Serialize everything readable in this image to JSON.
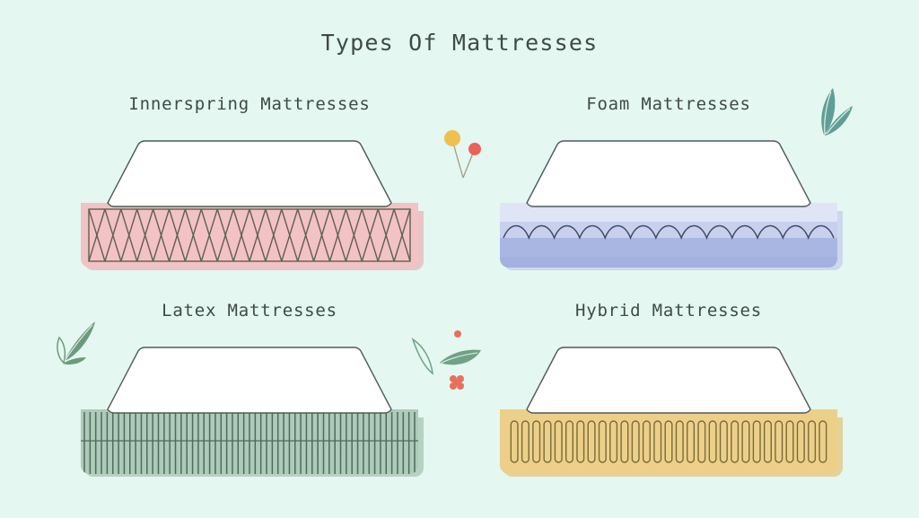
{
  "page": {
    "title": "Types Of Mattresses",
    "background_color": "#e4f7f0",
    "text_color": "#3f4a45"
  },
  "cards": [
    {
      "id": "innerspring",
      "label": "Innerspring Mattresses",
      "core_color": "#f2c2c5",
      "core_shadow_color": "#eab6bb",
      "line_color": "#5c6153",
      "top_color": "#ffffff",
      "pattern": "zigzag-coils",
      "pattern_count": 20
    },
    {
      "id": "foam",
      "label": "Foam Mattresses",
      "core_color": "#dfe4f6",
      "core_mid_color": "#c8d0ee",
      "core_bottom_color": "#aab6e2",
      "line_color": "#3f4a63",
      "top_color": "#ffffff",
      "pattern": "wave-layers",
      "pattern_count": 13
    },
    {
      "id": "latex",
      "label": "Latex Mattresses",
      "core_color": "#aecab9",
      "core_shadow_color": "#9cbfab",
      "line_color": "#4e6b5c",
      "top_color": "#ffffff",
      "pattern": "vertical-stripes",
      "pattern_count": 58
    },
    {
      "id": "hybrid",
      "label": "Hybrid Mattresses",
      "core_color": "#ecd08a",
      "core_shadow_color": "#e2c276",
      "line_color": "#7a6a37",
      "top_color": "#ffffff",
      "pattern": "pocket-coils",
      "pattern_count": 29
    }
  ],
  "decorations": [
    {
      "id": "flower-sprig-center-top",
      "name": "flower-sprig",
      "colors": [
        "#f0c04e",
        "#e8645a",
        "#a89a86"
      ]
    },
    {
      "id": "leaf-top-right",
      "name": "leaf-sprig",
      "colors": [
        "#5f9e96",
        "#d9efe9"
      ]
    },
    {
      "id": "leaf-bottom-left",
      "name": "leaf-sprig",
      "colors": [
        "#6b9b7d",
        "#d9efe9"
      ]
    },
    {
      "id": "leaf-center-bottom",
      "name": "leaf-sprig",
      "colors": [
        "#6fa286",
        "#e8705a"
      ]
    }
  ]
}
